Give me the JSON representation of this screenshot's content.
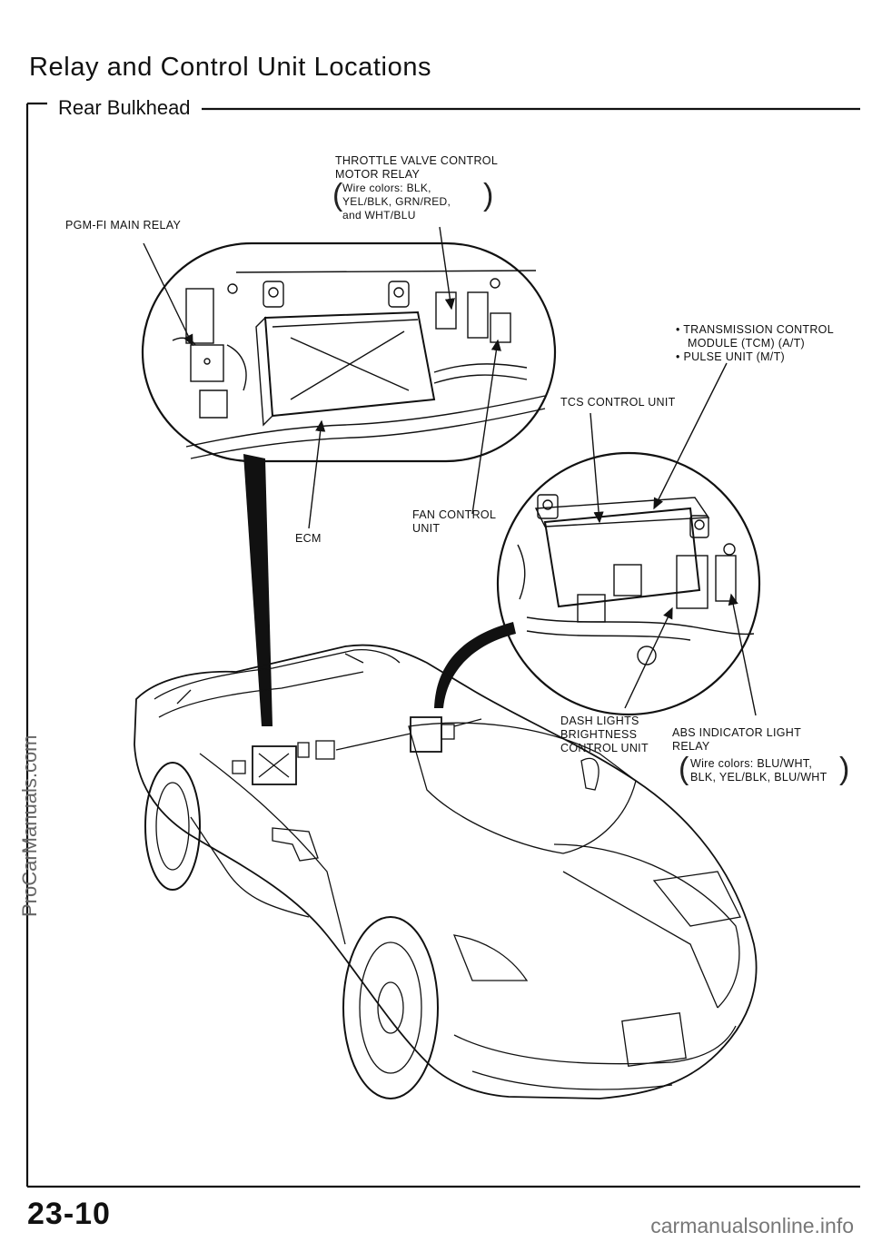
{
  "header": {
    "title": "Relay and Control Unit Locations",
    "section": "Rear Bulkhead"
  },
  "labels": {
    "throttle_line1": "THROTTLE VALVE CONTROL",
    "throttle_line2": "MOTOR RELAY",
    "throttle_wires1": "Wire colors: BLK,",
    "throttle_wires2": "YEL/BLK, GRN/RED,",
    "throttle_wires3": "and  WHT/BLU",
    "pgmfi": "PGM-FI MAIN RELAY",
    "tcm1": "• TRANSMISSION  CONTROL",
    "tcm2": "MODULE  (TCM)  (A/T)",
    "tcm3": "• PULSE  UNIT  (M/T)",
    "tcs": "TCS CONTROL UNIT",
    "fan1": "FAN CONTROL",
    "fan2": "UNIT",
    "ecm": "ECM",
    "dash1": "DASH LIGHTS",
    "dash2": "BRIGHTNESS",
    "dash3": "CONTROL UNIT",
    "abs1": "ABS  INDICATOR  LIGHT",
    "abs2": "RELAY",
    "abs_wires1": "Wire  colors:  BLU/WHT,",
    "abs_wires2": "BLK, YEL/BLK, BLU/WHT"
  },
  "page_number": "23-10",
  "watermark": "ProCarManuals.com",
  "footer": "carmanualsonline.info"
}
